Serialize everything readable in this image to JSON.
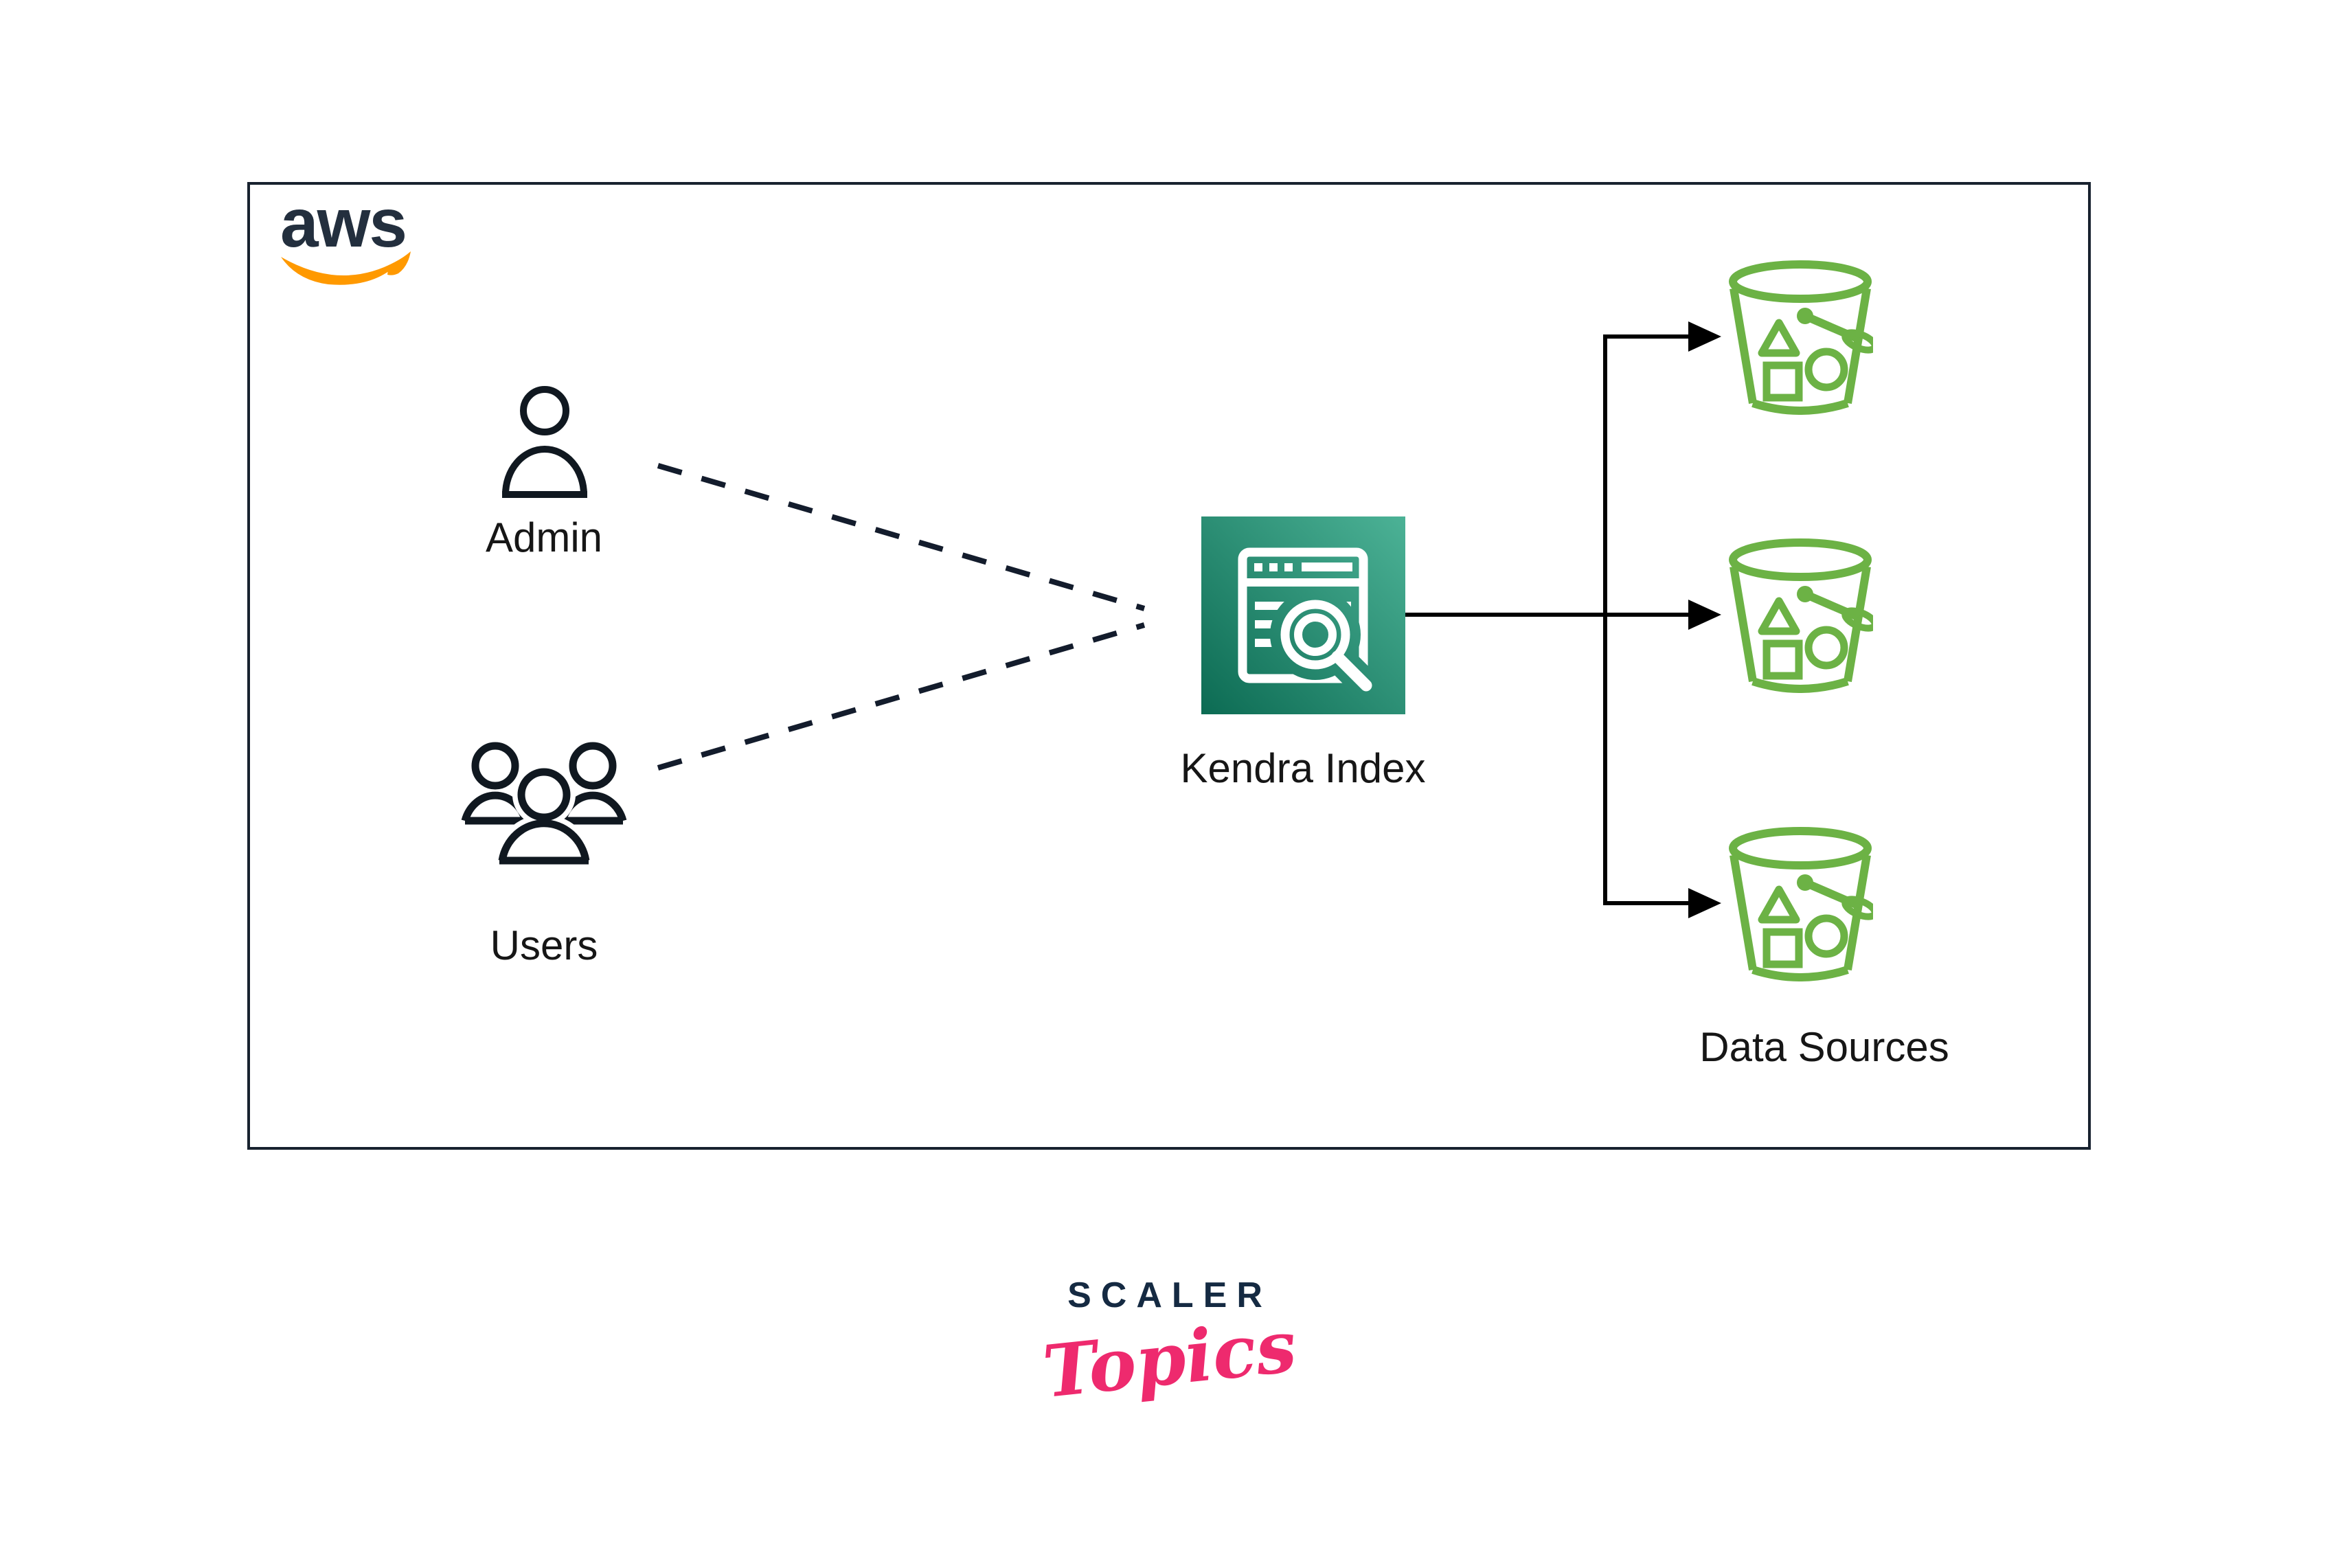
{
  "colors": {
    "ink": "#101820",
    "navy": "#232F3E",
    "frame": "#18222F",
    "orange": "#FF9900",
    "teal_dark": "#0C6B53",
    "teal_light": "#4CB296",
    "green": "#6CB245",
    "pink": "#EE2A6E",
    "brand_navy": "#152A42",
    "line": "#000000",
    "dash": "#131C2C"
  },
  "aws_logo": {
    "text": "aws"
  },
  "nodes": {
    "admin": {
      "label": "Admin",
      "icon": "person-icon"
    },
    "users": {
      "label": "Users",
      "icon": "people-icon"
    },
    "kendra": {
      "label": "Kendra Index",
      "icon": "document-search-icon"
    },
    "data_sources": {
      "label": "Data Sources",
      "icon": "s3-bucket-icon",
      "bucket_count": 3
    }
  },
  "connections": [
    {
      "from": "admin",
      "to": "kendra",
      "style": "dashed"
    },
    {
      "from": "users",
      "to": "kendra",
      "style": "dashed"
    },
    {
      "from": "kendra",
      "to": "data-source-1",
      "style": "solid-arrow"
    },
    {
      "from": "kendra",
      "to": "data-source-2",
      "style": "solid-arrow"
    },
    {
      "from": "kendra",
      "to": "data-source-3",
      "style": "solid-arrow"
    }
  ],
  "footer": {
    "brand_primary": "SCALER",
    "brand_secondary": "Topics"
  }
}
